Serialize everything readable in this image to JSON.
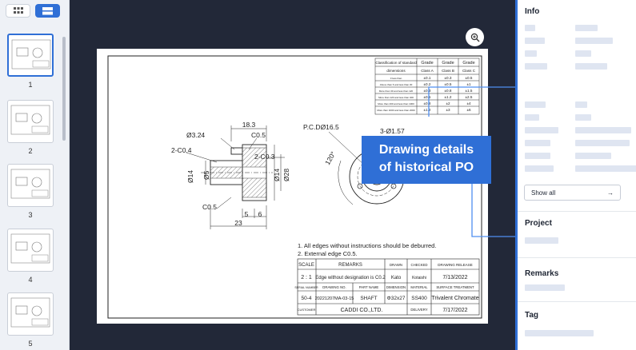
{
  "callout": {
    "line1": "Drawing details",
    "line2": "of historical PO"
  },
  "thumbnails": [
    {
      "num": "1",
      "selected": true
    },
    {
      "num": "2"
    },
    {
      "num": "3"
    },
    {
      "num": "4"
    },
    {
      "num": "5"
    }
  ],
  "panel": {
    "info_title": "Info",
    "show_all": "Show all",
    "project_title": "Project",
    "remarks_title": "Remarks",
    "tag_title": "Tag"
  },
  "drawing": {
    "dims": {
      "d1": "18.3",
      "d2": "Ø3.24",
      "d3": "C0.5",
      "d4": "2-C0.4",
      "d5": "2-C0.3",
      "d6": "Ø14",
      "d7": "Ø5",
      "d8": "Ø14",
      "d9": "Ø28",
      "d10": "C0.5",
      "d11": "5",
      "d12": "6",
      "d13": "23",
      "pcd": "P.C.DØ16.5",
      "holes": "3-Ø1.57",
      "angle": "120°"
    },
    "notes": [
      "1. All edges without instructions should be deburred.",
      "2. External edge C0.5."
    ],
    "grade_table": {
      "header": [
        "Classification of standard",
        "Grade",
        "Grade",
        "Grade"
      ],
      "sub": [
        "dimensions",
        "Class A",
        "Class B",
        "Class C"
      ],
      "rows": [
        [
          "0 less than",
          "±0.1",
          "±0.3",
          "±0.5"
        ],
        [
          "Above than 6 and less than 30",
          "±0.2",
          "±0.5",
          "±1"
        ],
        [
          "More than 30 and less than 120",
          "±0.3",
          "±0.8",
          "±1.5"
        ],
        [
          "More than 120 and less than 400",
          "±0.5",
          "±1.2",
          "±2.5"
        ],
        [
          "More than 400 and less than 1000",
          "±0.8",
          "±2",
          "±4"
        ],
        [
          "More than 1000 and less than 2000",
          "±1.2",
          "±3",
          "±6"
        ]
      ]
    },
    "title_block": {
      "scale_h": "SCALE",
      "remarks_h": "REMARKS",
      "drawn_h": "DRAWN",
      "checked_h": "CHECKED",
      "release_h": "DRAWING RELEASE",
      "scale": "2 : 1",
      "remarks": "Edge without designation is C0.2",
      "drawn": "Kato",
      "checked": "Kotaishi",
      "release": "7/13/2022",
      "serial_h": "SERIAL NUMBER",
      "drawno_h": "DRAWING NO.",
      "part_h": "PART NAME",
      "dim_h": "DIMENSION",
      "mat_h": "MATERIAL",
      "surf_h": "SURFACE TREATMENT",
      "serial": "50-4",
      "drawno": "20221207MA-03-15",
      "part": "SHAFT",
      "dim": "Φ32x27",
      "mat": "SS400",
      "surf": "Trivalent Chromate",
      "cust_h": "CUSTOMER",
      "cust": "CADDI CO.,LTD.",
      "deliv_h": "DELIVERY",
      "deliv": "7/17/2022"
    }
  }
}
